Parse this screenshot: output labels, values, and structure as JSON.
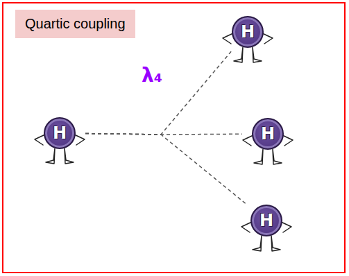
{
  "diagram": {
    "nodes": [
      {
        "text": [
          "Quartic coupling"
        ]
      },
      {
        "text": [
          "H"
        ]
      },
      {
        "text": [
          "H"
        ]
      },
      {
        "text": [
          "H"
        ]
      },
      {
        "text": [
          "H"
        ]
      }
    ],
    "edges": [
      {
        "from": 2,
        "to": 1,
        "arrow": "none"
      },
      {
        "from": 2,
        "to": 3,
        "arrow": "none"
      },
      {
        "from": 2,
        "to": 4,
        "arrow": "none"
      }
    ],
    "labels": [
      "λ₄"
    ]
  }
}
